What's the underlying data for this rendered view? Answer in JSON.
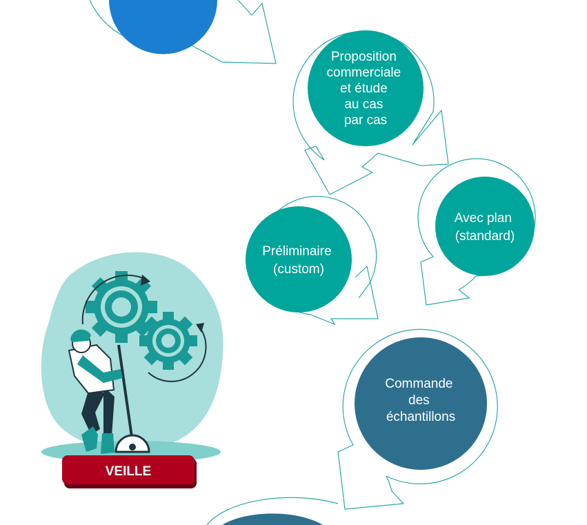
{
  "colors": {
    "teal": "#00a59b",
    "blue_top": "#1a7fd1",
    "slate": "#2e6f8e",
    "outline": "#2aa7a6",
    "blob": "#a8dedb",
    "badge": "#b0001e"
  },
  "nodes": {
    "proposition": [
      "Proposition",
      "commerciale",
      "et étude",
      "au cas",
      "par cas"
    ],
    "avec_plan": [
      "Avec plan",
      "(standard)"
    ],
    "preliminaire": [
      "Préliminaire",
      "(custom)"
    ],
    "commande": [
      "Commande",
      "des",
      "échantillons"
    ]
  },
  "illustration": {
    "label": "VEILLE",
    "icons": [
      "gear-icon",
      "gear-icon",
      "rotation-arrow-icon",
      "worker-figure"
    ]
  }
}
